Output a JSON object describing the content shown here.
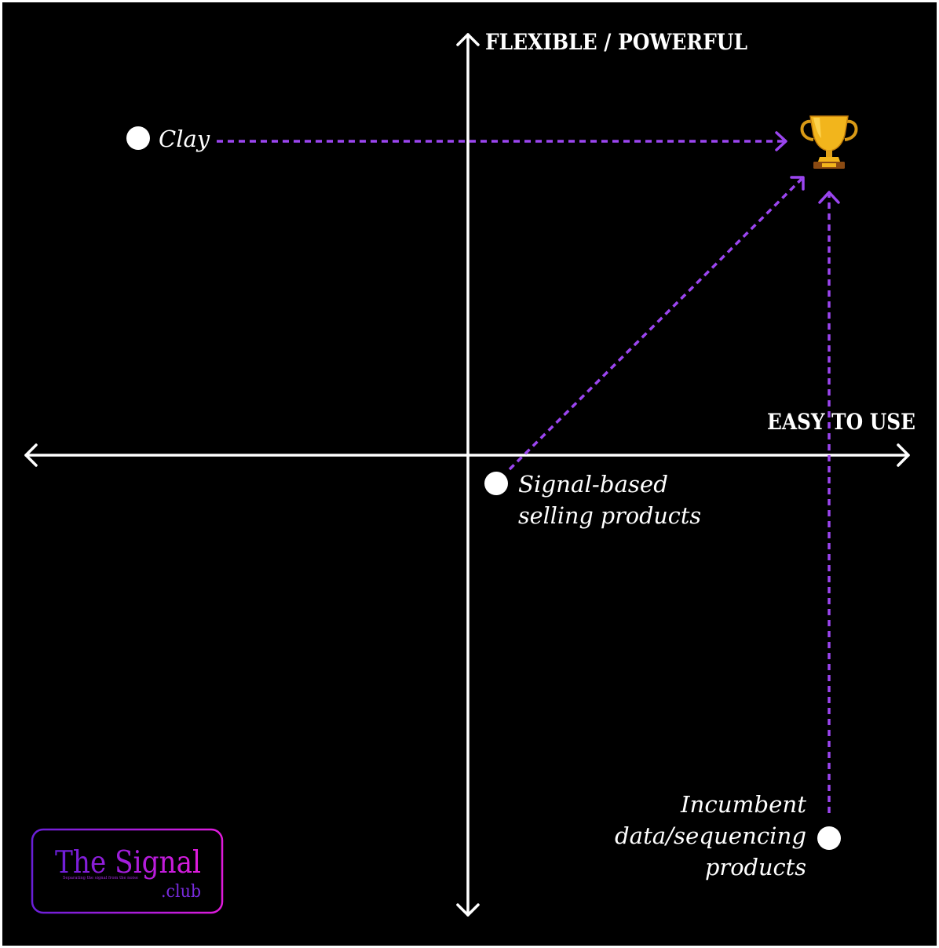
{
  "axes": {
    "vertical_label": "FLEXIBLE / POWERFUL",
    "horizontal_label": "EASY TO USE"
  },
  "points": {
    "clay": {
      "label": "Clay"
    },
    "signal_based": {
      "label_lines": [
        "Signal-based",
        "selling products"
      ]
    },
    "incumbent": {
      "label_lines": [
        "Incumbent",
        "data/sequencing",
        "products"
      ]
    }
  },
  "goal": {
    "icon": "trophy-icon",
    "glyph": "🏆"
  },
  "logo": {
    "title": "The Signal",
    "tagline": "Separating the signal from the noise",
    "suffix": ".club"
  },
  "colors": {
    "background": "#000000",
    "axis": "#ffffff",
    "arrow": "#9b45f0",
    "logo_gradient_start": "#6a1fd8",
    "logo_gradient_end": "#e01bdc"
  }
}
